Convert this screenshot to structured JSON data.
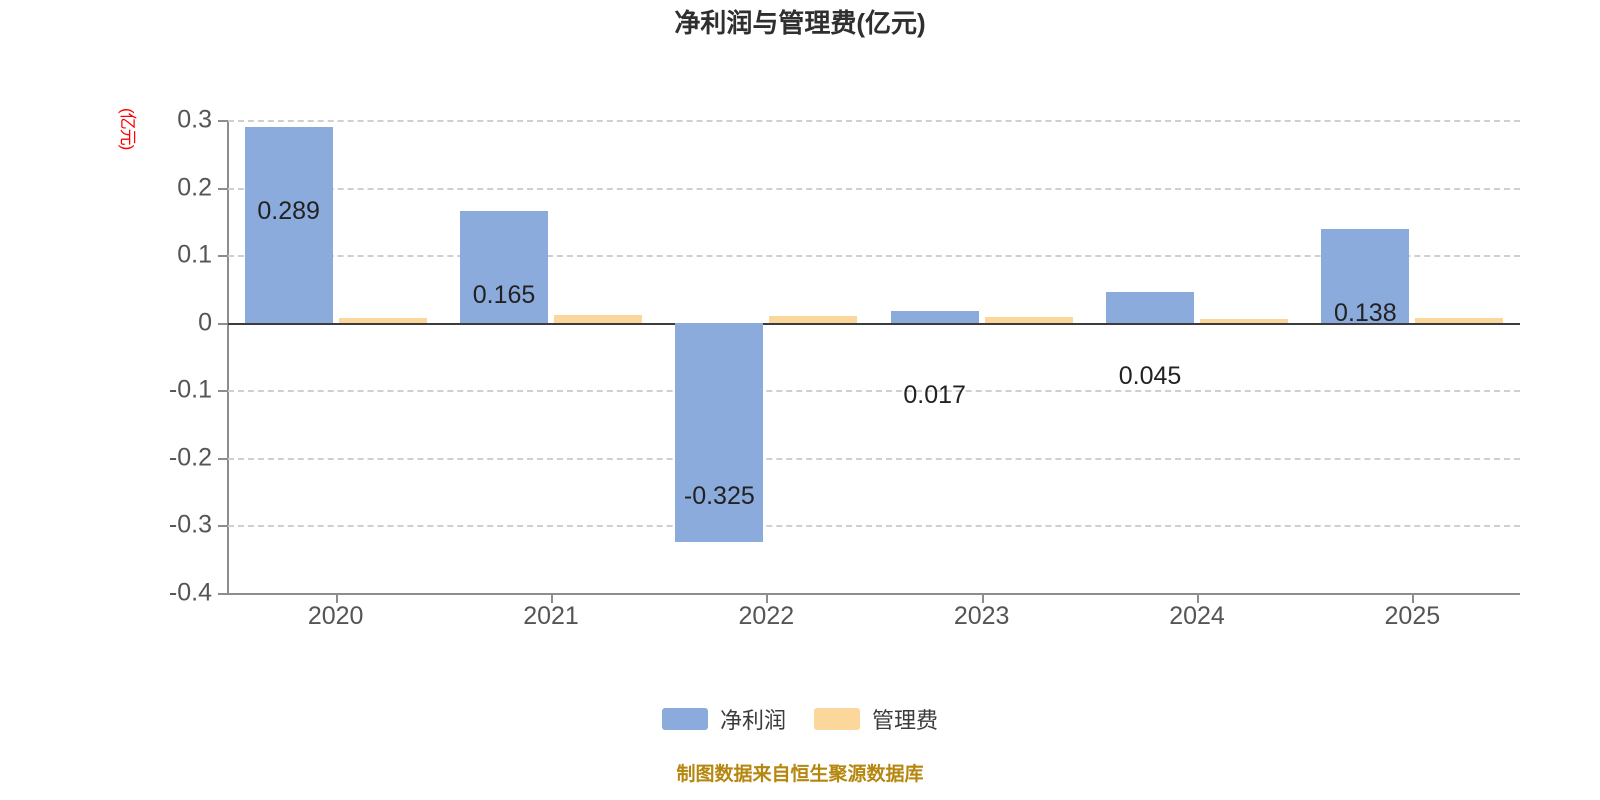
{
  "chart_data": {
    "type": "bar",
    "title": "净利润与管理费(亿元)",
    "xlabel": "",
    "ylabel": "(亿元)",
    "categories": [
      "2020",
      "2021",
      "2022",
      "2023",
      "2024",
      "2025"
    ],
    "series": [
      {
        "name": "净利润",
        "color": "#8babdc",
        "values": [
          0.289,
          0.165,
          -0.325,
          0.017,
          0.045,
          0.138
        ],
        "labels": [
          "0.289",
          "0.165",
          "-0.325",
          "0.017",
          "0.045",
          "0.138"
        ]
      },
      {
        "name": "管理费",
        "color": "#fcd79b",
        "values": [
          0.007,
          0.011,
          0.01,
          0.008,
          0.006,
          0.007
        ],
        "labels": [
          "",
          "",
          "",
          "",
          "",
          ""
        ]
      }
    ],
    "ylim": [
      -0.4,
      0.3
    ],
    "yticks": [
      "0.3",
      "0.2",
      "0.1",
      "0",
      "-0.1",
      "-0.2",
      "-0.3",
      "-0.4"
    ],
    "ytick_values": [
      0.3,
      0.2,
      0.1,
      0,
      -0.1,
      -0.2,
      -0.3,
      -0.4
    ],
    "grid": true,
    "legend_position": "bottom"
  },
  "axis_unit_color": "#ff0000",
  "footer": {
    "text": "制图数据来自恒生聚源数据库",
    "color": "#b5870f"
  }
}
